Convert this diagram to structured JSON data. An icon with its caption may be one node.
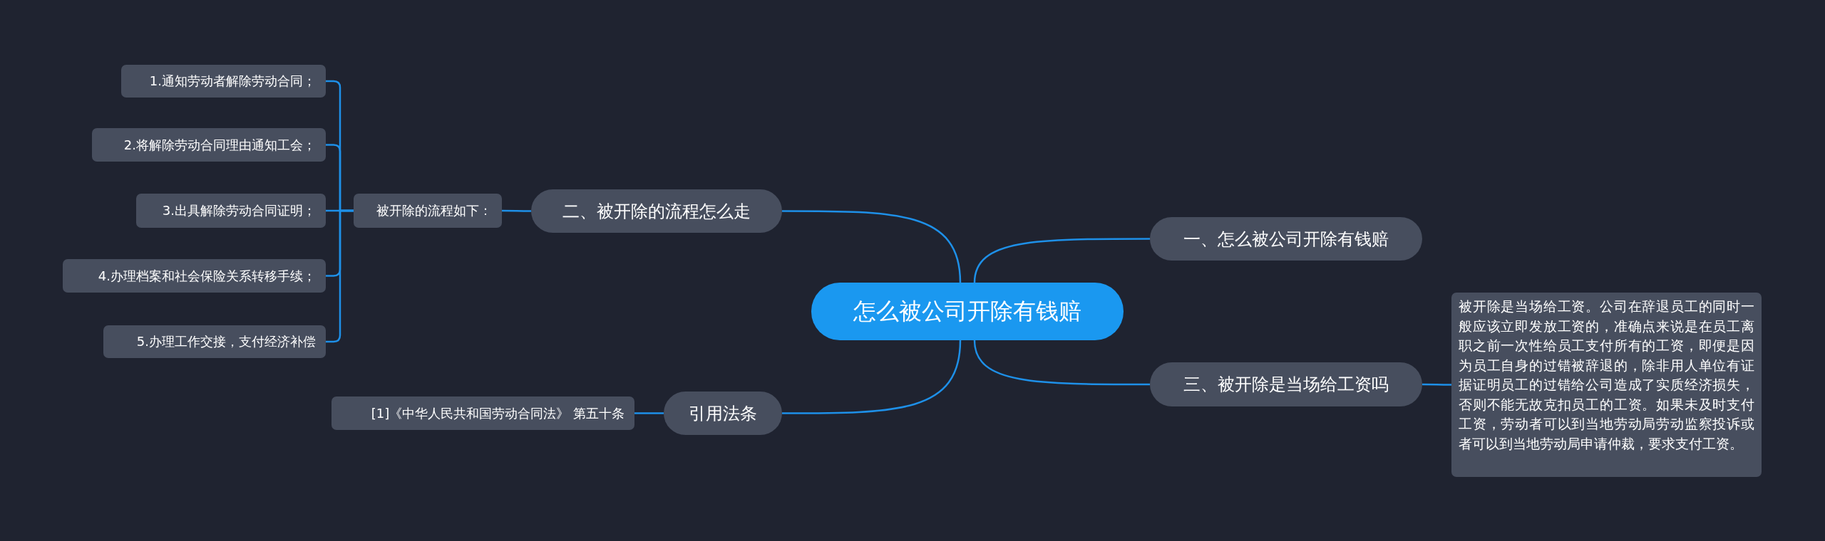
{
  "diagram": {
    "nodes": [
      {
        "text": [
          "怎么被公司开除有钱赔"
        ]
      },
      {
        "text": [
          "二、被开除的流程怎么走"
        ]
      },
      {
        "text": [
          "被开除的流程如下："
        ]
      },
      {
        "text": [
          "1.通知劳动者解除劳动合同；"
        ]
      },
      {
        "text": [
          "2.将解除劳动合同理由通知工会；"
        ]
      },
      {
        "text": [
          "3.出具解除劳动合同证明；"
        ]
      },
      {
        "text": [
          "4.办理档案和社会保险关系转移手续；"
        ]
      },
      {
        "text": [
          "5.办理工作交接，支付经济补偿"
        ]
      },
      {
        "text": [
          "一、怎么被公司开除有钱赔"
        ]
      },
      {
        "text": [
          "三、被开除是当场给工资吗"
        ]
      },
      {
        "text": [
          "被开除是当场给工资。公司在辞退员工的同时一般应该立即发放工资的，准确点来说是在员工离职之前一次性给员工支付所有的工资，即便是因为员工自身的过错被辞退的，除非用人单位有证据证明员工的过错给公司造成了实质经济损失，否则不能无故克扣员工的工资。如果未及时支付工资，劳动者可以到当地劳动局劳动监察投诉或者可以到当地劳动局申请仲裁，要求支付工资。"
        ]
      },
      {
        "text": [
          "引用法条"
        ]
      },
      {
        "text": [
          "[1]《中华人民共和国劳动合同法》 第五十条"
        ]
      }
    ],
    "edges": [
      {
        "from": 0,
        "to": 1,
        "arrow": "none"
      },
      {
        "from": 1,
        "to": 2,
        "arrow": "none"
      },
      {
        "from": 2,
        "to": 3,
        "arrow": "none"
      },
      {
        "from": 2,
        "to": 4,
        "arrow": "none"
      },
      {
        "from": 2,
        "to": 5,
        "arrow": "none"
      },
      {
        "from": 2,
        "to": 6,
        "arrow": "none"
      },
      {
        "from": 2,
        "to": 7,
        "arrow": "none"
      },
      {
        "from": 0,
        "to": 8,
        "arrow": "none"
      },
      {
        "from": 0,
        "to": 9,
        "arrow": "none"
      },
      {
        "from": 9,
        "to": 10,
        "arrow": "none"
      },
      {
        "from": 0,
        "to": 11,
        "arrow": "none"
      },
      {
        "from": 11,
        "to": 12,
        "arrow": "none"
      }
    ]
  }
}
